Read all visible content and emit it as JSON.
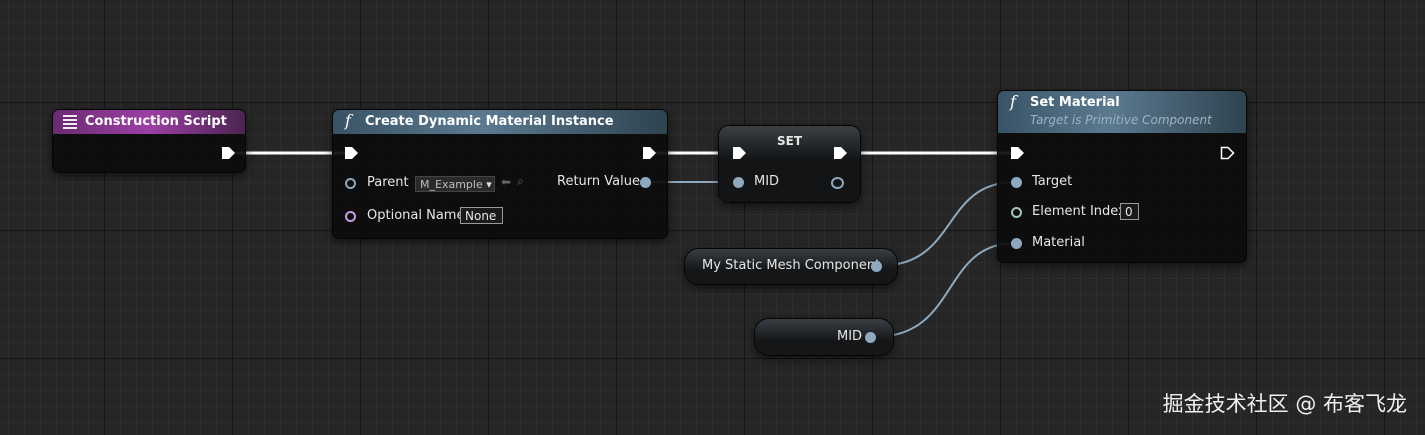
{
  "nodes": {
    "construction_script": {
      "title": "Construction Script"
    },
    "create_dmi": {
      "title": "Create Dynamic Material Instance",
      "parent_label": "Parent",
      "parent_value": "M_Example",
      "optional_name_label": "Optional Name",
      "optional_name_value": "None",
      "return_value_label": "Return Value"
    },
    "set_var": {
      "title": "SET",
      "var_label": "MID"
    },
    "set_material": {
      "title": "Set Material",
      "subtitle": "Target is Primitive Component",
      "target_label": "Target",
      "element_index_label": "Element Index",
      "element_index_value": "0",
      "material_label": "Material"
    },
    "static_mesh_var": {
      "label": "My Static Mesh Component"
    },
    "mid_var": {
      "label": "MID"
    }
  },
  "icons": {
    "function": "f",
    "exec": "exec-pin-icon",
    "script": "grid-icon"
  },
  "watermark": "掘金技术社区 @ 布客飞龙",
  "colors": {
    "exec_wire": "#ffffff",
    "object_wire": "#8ea9bf",
    "header_purple": "#9c3fa4",
    "header_blue": "#5b7a90"
  }
}
